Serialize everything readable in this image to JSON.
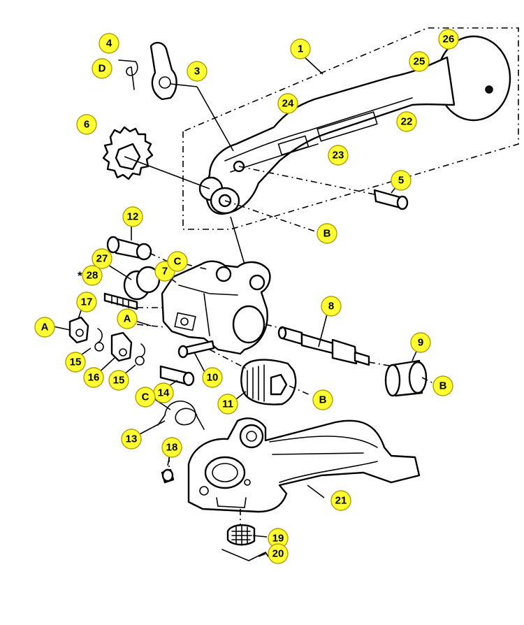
{
  "diagram": {
    "callout_color": "#ffff33",
    "callouts": [
      {
        "id": "c1",
        "label": "1"
      },
      {
        "id": "c3",
        "label": "3"
      },
      {
        "id": "c4",
        "label": "4"
      },
      {
        "id": "cD",
        "label": "D"
      },
      {
        "id": "c5",
        "label": "5"
      },
      {
        "id": "c6",
        "label": "6"
      },
      {
        "id": "c7",
        "label": "7"
      },
      {
        "id": "c8",
        "label": "8"
      },
      {
        "id": "c9",
        "label": "9"
      },
      {
        "id": "c10",
        "label": "10"
      },
      {
        "id": "c11",
        "label": "11"
      },
      {
        "id": "c12",
        "label": "12"
      },
      {
        "id": "c13",
        "label": "13"
      },
      {
        "id": "c14",
        "label": "14"
      },
      {
        "id": "c15a",
        "label": "15"
      },
      {
        "id": "c15b",
        "label": "15"
      },
      {
        "id": "c16",
        "label": "16"
      },
      {
        "id": "c17",
        "label": "17"
      },
      {
        "id": "c18",
        "label": "18"
      },
      {
        "id": "c19",
        "label": "19"
      },
      {
        "id": "c20",
        "label": "20"
      },
      {
        "id": "c21",
        "label": "21"
      },
      {
        "id": "c22",
        "label": "22"
      },
      {
        "id": "c23",
        "label": "23"
      },
      {
        "id": "c24",
        "label": "24"
      },
      {
        "id": "c25",
        "label": "25"
      },
      {
        "id": "c26",
        "label": "26"
      },
      {
        "id": "c27",
        "label": "27"
      },
      {
        "id": "c28",
        "label": "28"
      },
      {
        "id": "cB1",
        "label": "B"
      },
      {
        "id": "cB2",
        "label": "B"
      },
      {
        "id": "cB3",
        "label": "B"
      },
      {
        "id": "cC1",
        "label": "C"
      },
      {
        "id": "cC2",
        "label": "C"
      },
      {
        "id": "cA1",
        "label": "A"
      },
      {
        "id": "cA2",
        "label": "A"
      }
    ],
    "star_prefix": "*"
  }
}
